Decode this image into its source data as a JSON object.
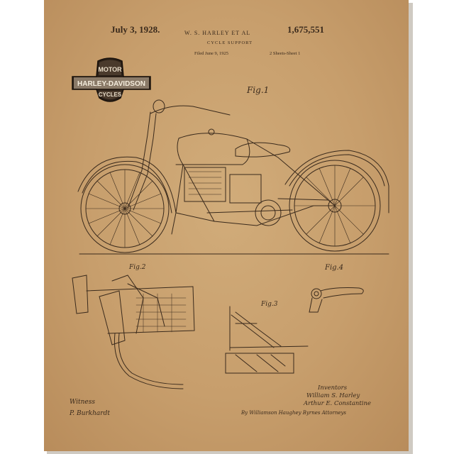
{
  "header": {
    "date": "July 3, 1928.",
    "inventor": "W. S. HARLEY ET AL",
    "patent_number": "1,675,551",
    "title": "CYCLE SUPPORT",
    "filed": "Filed June 9, 1925",
    "sheet": "2 Sheets-Sheet 1"
  },
  "logo": {
    "top": "MOTOR",
    "middle": "HARLEY-DAVIDSON",
    "bottom": "CYCLES"
  },
  "figures": {
    "fig1": "Fig.1",
    "fig2": "Fig.2",
    "fig3": "Fig.3",
    "fig4": "Fig.4"
  },
  "witnesses": {
    "label": "Witness",
    "name": "P. Burkhardt"
  },
  "inventors": {
    "label": "Inventors",
    "name1": "William S. Harley",
    "name2": "Arthur E. Constantine",
    "attorneys": "By Williamson Haughey Byrnes Attorneys"
  },
  "colors": {
    "paper": "#c9a06f",
    "ink": "#3a2a1c"
  }
}
